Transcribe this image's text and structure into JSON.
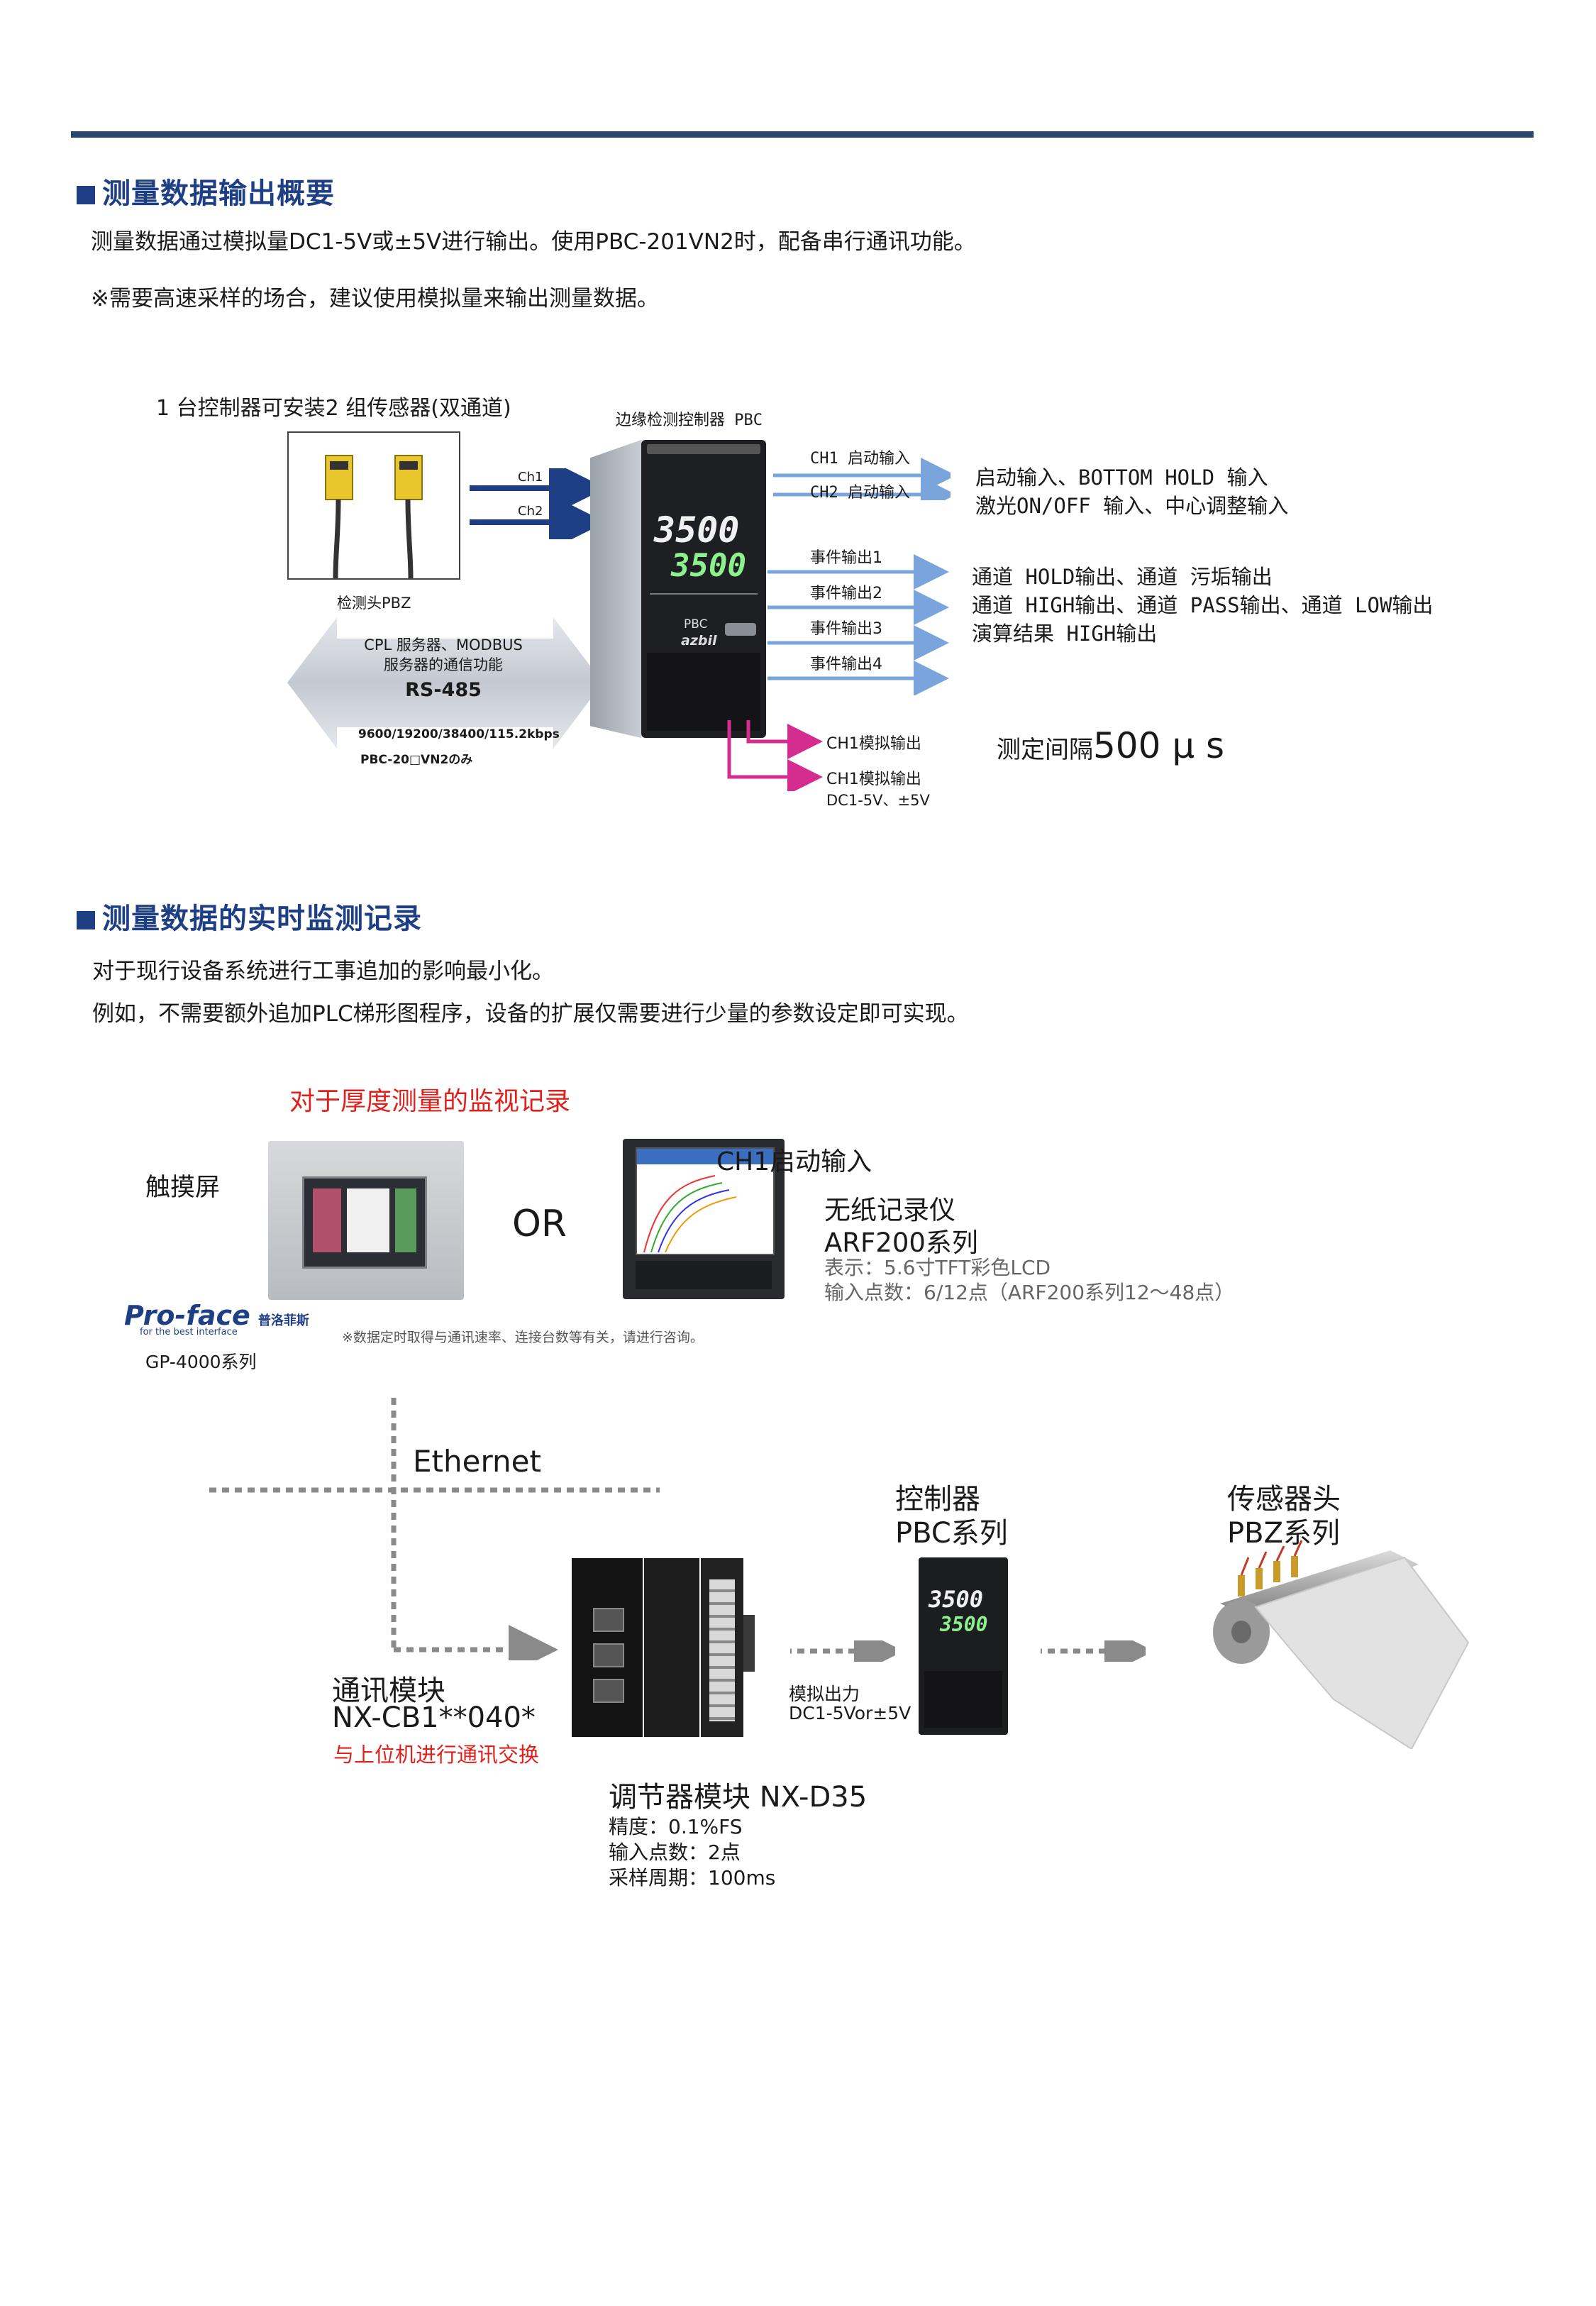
{
  "section1": {
    "title": "测量数据输出概要",
    "line1": "测量数据通过模拟量DC1-5V或±5V进行输出。使用PBC-201VN2时，配备串行通讯功能。",
    "line2": "※需要高速采样的场合，建议使用模拟量来输出测量数据。"
  },
  "diagram1": {
    "sensor_caption": "1 台控制器可安装2 组传感器(双通道)",
    "controller_caption": "边缘检测控制器 PBC",
    "head_label": "检测头PBZ",
    "ch1": "Ch1",
    "ch2": "Ch2",
    "rs485_line1": "CPL 服务器、MODBUS",
    "rs485_line2": "服务器的通信功能",
    "rs485": "RS-485",
    "baud": "9600/19200/38400/115.2kbps",
    "model_note": "PBC-20□VN2のみ",
    "display_top": "3500",
    "display_bottom": "3500",
    "brand_pbc": "PBC",
    "brand_azbil": "azbil",
    "input1": "CH1 启动输入",
    "input2": "CH2 启动输入",
    "input_desc1": "启动输入、BOTTOM HOLD 输入",
    "input_desc2": "激光ON/OFF 输入、中心调整输入",
    "event1": "事件输出1",
    "event2": "事件输出2",
    "event3": "事件输出3",
    "event4": "事件输出4",
    "event_desc1": "通道 HOLD输出、通道 污垢输出",
    "event_desc2": "通道 HIGH输出、通道 PASS输出、通道 LOW输出",
    "event_desc3": "演算结果 HIGH输出",
    "analog1": "CH1模拟输出",
    "analog2": "CH1模拟输出",
    "analog2_range": "DC1-5V、±5V",
    "interval_prefix": "测定间隔",
    "interval_value": "500 μ s"
  },
  "section2": {
    "title": "测量数据的实时监测记录",
    "line1": "对于现行设备系统进行工事追加的影响最小化。",
    "line2": "例如，不需要额外追加PLC梯形图程序，设备的扩展仅需要进行少量的参数设定即可实现。"
  },
  "diagram2": {
    "red_title": "对于厚度测量的监视记录",
    "touch_label": "触摸屏",
    "or": "OR",
    "overlay": "CH1启动输入",
    "recorder_title": "无纸记录仪",
    "recorder_model": "ARF200系列",
    "recorder_spec1": "表示：5.6寸TFT彩色LCD",
    "recorder_spec2": "输入点数：6/12点（ARF200系列12～48点）",
    "proface_logo": "Pro-face",
    "proface_cn": "普洛菲斯",
    "proface_tagline": "for the best interface",
    "gp_model": "GP-4000系列",
    "note": "※数据定时取得与通讯速率、连接台数等有关，请进行咨询。",
    "ethernet": "Ethernet",
    "controller_title": "控制器",
    "controller_model": "PBC系列",
    "sensor_title": "传感器头",
    "sensor_model": "PBZ系列",
    "comm_title": "通讯模块",
    "comm_model": "NX-CB1**040*",
    "comm_note": "与上位机进行通讯交换",
    "analog_label": "模拟出力",
    "analog_range": "DC1-5Vor±5V",
    "reg_title": "调节器模块 NX-D35",
    "reg_spec1": "精度：0.1%FS",
    "reg_spec2": "输入点数：2点",
    "reg_spec3": "采样周期：100ms",
    "small_display_top": "3500",
    "small_display_bottom": "3500"
  },
  "colors": {
    "heading": "#1f3f84",
    "top_bar": "#27466f",
    "arrow_blue": "#7aa5dc",
    "arrow_navy": "#1f3f84",
    "arrow_magenta": "#d42d8f",
    "red_text": "#e0201b"
  }
}
